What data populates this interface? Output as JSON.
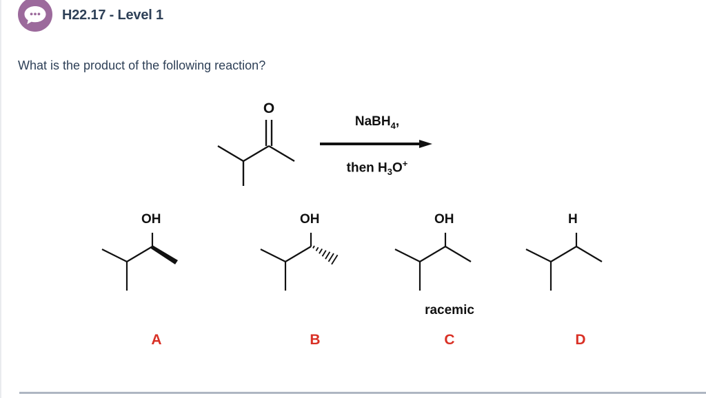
{
  "header": {
    "title": "H22.17 - Level 1",
    "avatar_icon": "chat-bubble-icon",
    "avatar_color": "#9c6a9c"
  },
  "question": {
    "text": "What is the product of the following reaction?"
  },
  "reaction": {
    "starting_material": {
      "name": "3-methyl-2-butanone",
      "carbonyl_label": "O"
    },
    "reagent_line_1": "NaBH4,",
    "reagent_line_1_parts": {
      "formula": "NaBH",
      "sub": "4",
      "trail": ","
    },
    "reagent_line_2_parts": {
      "lead": "then H",
      "sub": "3",
      "mid": "O",
      "sup": "+"
    },
    "arrow": "reaction-arrow-right"
  },
  "answers": [
    {
      "letter": "A",
      "top_label": "OH",
      "stereo": "bold-wedge",
      "racemic": null
    },
    {
      "letter": "B",
      "top_label": "OH",
      "stereo": "hashed-wedge",
      "racemic": null
    },
    {
      "letter": "C",
      "top_label": "OH",
      "stereo": "plain",
      "racemic": "racemic"
    },
    {
      "letter": "D",
      "top_label": "H",
      "stereo": "plain",
      "racemic": null
    }
  ],
  "colors": {
    "letter_red": "#d93025",
    "text_dark": "#2e4057",
    "structure_black": "#111111",
    "rule_grey": "#aeb6c2"
  }
}
